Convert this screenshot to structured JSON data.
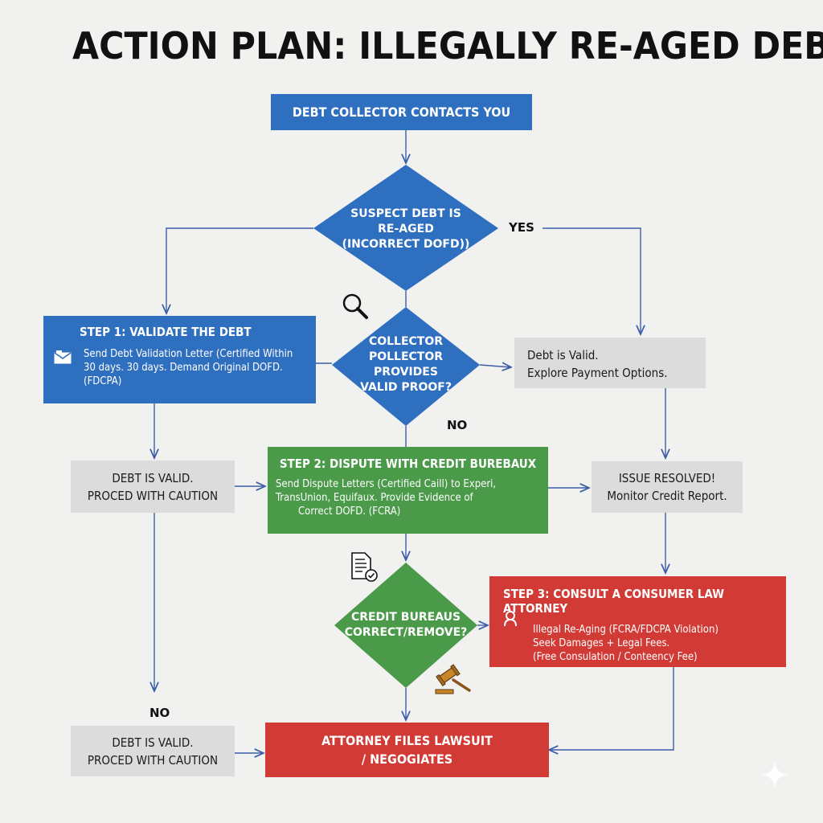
{
  "title": "ACTION PLAN:  ILLEGALLY RE-AGED DEBT",
  "nodes": {
    "start": "DEBT COLLECTOR CONTACTS YOU",
    "suspect": [
      "SUSPECT DEBT IS",
      "RE-AGED",
      "(INCORRECT DOFD))"
    ],
    "step1": {
      "title": "STEP 1: VALIDATE THE DEBT",
      "body": [
        "Send Debt Validation Letter (Certified Within",
        "30 days. 30 days. Demand Original DOFD.",
        "(FDCPA)"
      ]
    },
    "collector": [
      "COLLECTOR",
      "POLLECTOR PROVIDES",
      "VALID PROOF?"
    ],
    "valid_right": [
      "Debt is Valid.",
      "Explore Payment Options."
    ],
    "valid_left_1": [
      "DEBT IS VALID.",
      "PROCED WITH CAUTION"
    ],
    "step2": {
      "title": "STEP 2: DISPUTE WITH CREDIT BUREBAUX",
      "body": [
        "Send Dispute Letters (Certified Caill) to Experi,",
        "TransUnion, Equifaux. Provide Evidence of",
        "Correct DOFD. (FCRA)"
      ]
    },
    "resolved": [
      "ISSUE RESOLVED!",
      "Monitor Credit Report."
    ],
    "bureaus": [
      "CREDIT BUREAUS",
      "CORRECT/REMOVE?"
    ],
    "step3": {
      "title": "STEP 3: CONSULT A CONSUMER LAW ATTORNEY",
      "body": [
        "Illegal Re-Aging (FCRA/FDCPA Violation)",
        "Seek Damages + Legal Fees.",
        "(Free Consulation / Conteency Fee)"
      ]
    },
    "valid_left_2": [
      "DEBT IS VALID.",
      "PROCED WITH CAUTION"
    ],
    "lawsuit": [
      "ATTORNEY FILES LAWSUIT",
      "/ NEGOGIATES"
    ]
  },
  "edge_labels": {
    "yes": "YES",
    "no_1": "NO",
    "no_2": "NO"
  },
  "icons": [
    "magnifier-icon",
    "envelope-icon",
    "document-check-icon",
    "gavel-icon",
    "attorney-icon",
    "sparkle-icon"
  ],
  "colors": {
    "blue": "#2f6fbf",
    "green": "#4a9a4a",
    "red": "#d13a35",
    "gray": "#dcdcdc",
    "line": "#3c5fa8"
  }
}
